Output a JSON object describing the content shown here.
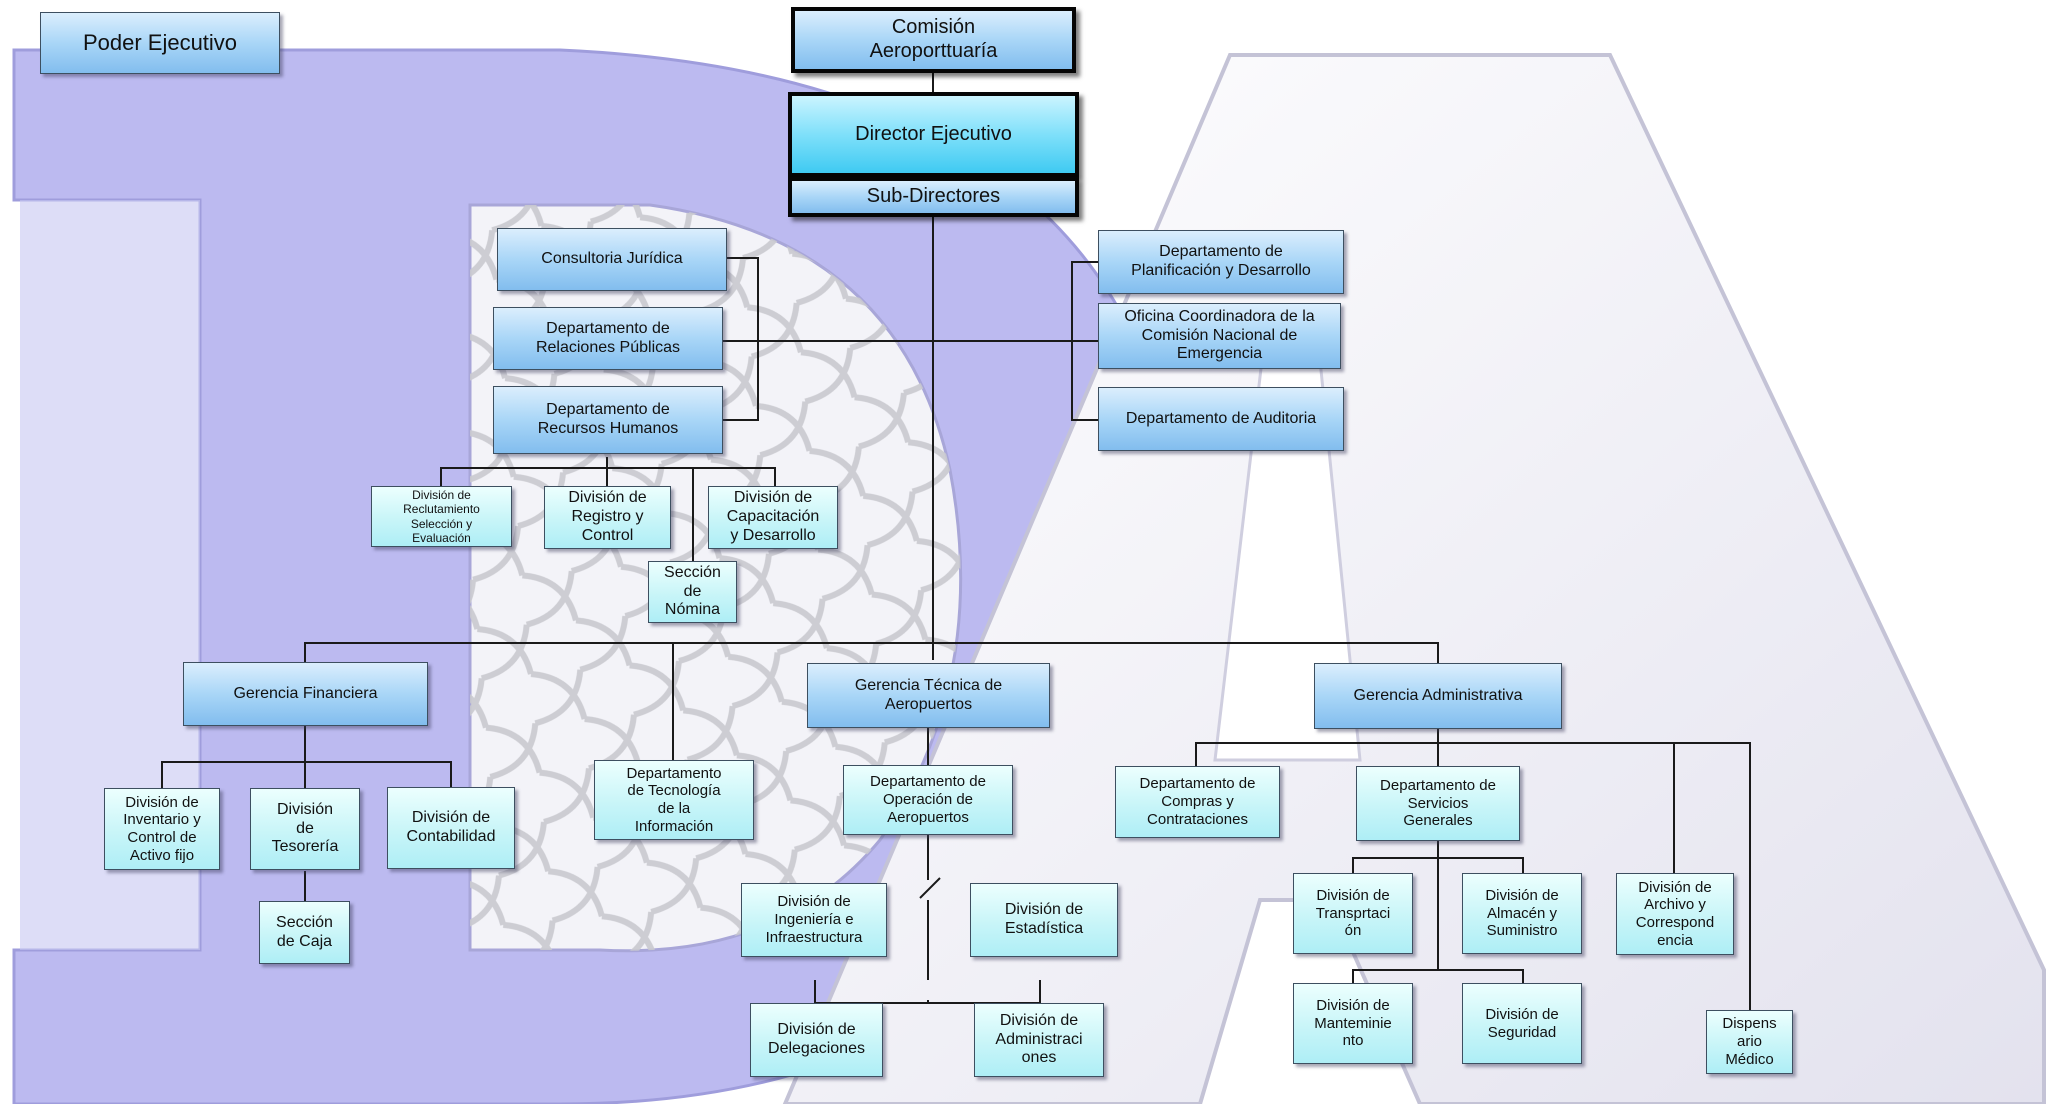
{
  "colors": {
    "watermark": "#b9b6ee",
    "watermark_light": "#e7e6f4",
    "line": "#1a1a1a",
    "box_fill": "#a9d6f7"
  },
  "top": {
    "poder": "Poder Ejecutivo",
    "comision": "Comisión\nAeroporttuaría",
    "director": "Director Ejecutivo",
    "subdirectores": "Sub-Directores"
  },
  "staff_left": {
    "juridica": "Consultoria Jurídica",
    "relaciones": "Departamento de\nRelaciones Públicas",
    "rrhh": "Departamento de\nRecursos Humanos"
  },
  "rrhh_divisions": {
    "reclutamiento": "División de\nReclutamiento\nSelección y\nEvaluación",
    "registro": "División de\nRegistro y\nControl",
    "capacitacion": "División de\nCapacitación\ny Desarrollo",
    "nomina": "Sección\nde\nNómina"
  },
  "staff_right": {
    "planificacion": "Departamento de\nPlanificación y Desarrollo",
    "emergencia": "Oficina Coordinadora de la\nComisión Nacional de\nEmergencia",
    "auditoria": "Departamento de Auditoria"
  },
  "gerencias": {
    "financiera": "Gerencia Financiera",
    "tecnica": "Gerencia Técnica de\nAeropuertos",
    "administrativa": "Gerencia Administrativa"
  },
  "financiera": {
    "inventario": "División de\nInventario y\nControl de\nActivo fijo",
    "tesoreria": "División\nde\nTesorería",
    "contabilidad": "División de\nContabilidad",
    "caja": "Sección\nde Caja"
  },
  "tecnologia": "Departamento\nde Tecnología\nde la\nInformación",
  "tecnica": {
    "operacion": "Departamento de\nOperación de\nAeropuertos",
    "ingenieria": "División de\nIngeniería e\nInfraestructura",
    "estadistica": "División de\nEstadística",
    "delegaciones": "División de\nDelegaciones",
    "administraciones": "División de\nAdministraci\nones"
  },
  "administrativa": {
    "compras": "Departamento de\nCompras y\nContrataciones",
    "servicios": "Departamento de\nServicios\nGenerales",
    "transportacion": "División de\nTransprtaci\nón",
    "almacen": "División de\nAlmacén y\nSuministro",
    "mantenimiento": "División de\nManteminie\nnto",
    "seguridad": "División de\nSeguridad",
    "archivo": "División de\nArchivo y\nCorrespond\nencia",
    "dispensario": "Dispens\nario\nMédico"
  }
}
